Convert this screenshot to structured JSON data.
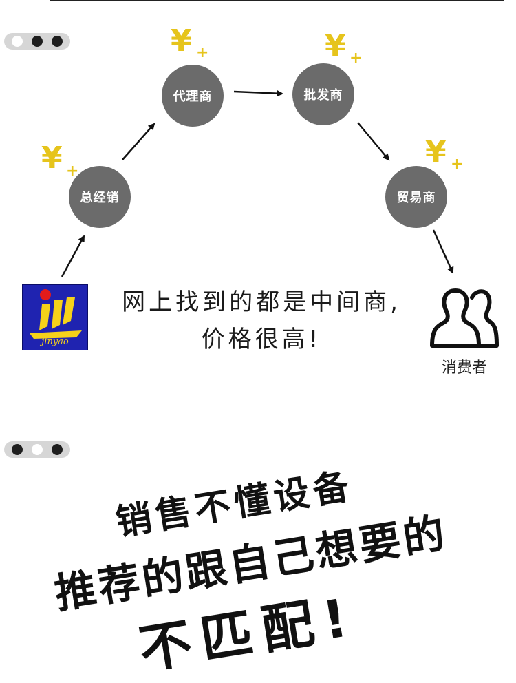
{
  "nodes": {
    "general_distributor": "总经销",
    "agent": "代理商",
    "wholesaler": "批发商",
    "trader": "贸易商"
  },
  "price_markup": {
    "symbol": "¥",
    "plus": "+"
  },
  "logo": {
    "text": "jinyao"
  },
  "message": {
    "line1": "网上找到的都是中间商,",
    "line2": "价格很高!"
  },
  "consumer": {
    "label": "消费者",
    "icon": "people-icon"
  },
  "headline": {
    "line1": "销售不懂设备",
    "line2": "推荐的跟自己想要的",
    "line3": "不匹配!"
  },
  "colors": {
    "node": "#6b6b6b",
    "yuan": "#e6c41c",
    "logo_bg": "#1f23b0",
    "logo_yellow": "#f5d21a",
    "logo_red": "#e21b1b"
  }
}
